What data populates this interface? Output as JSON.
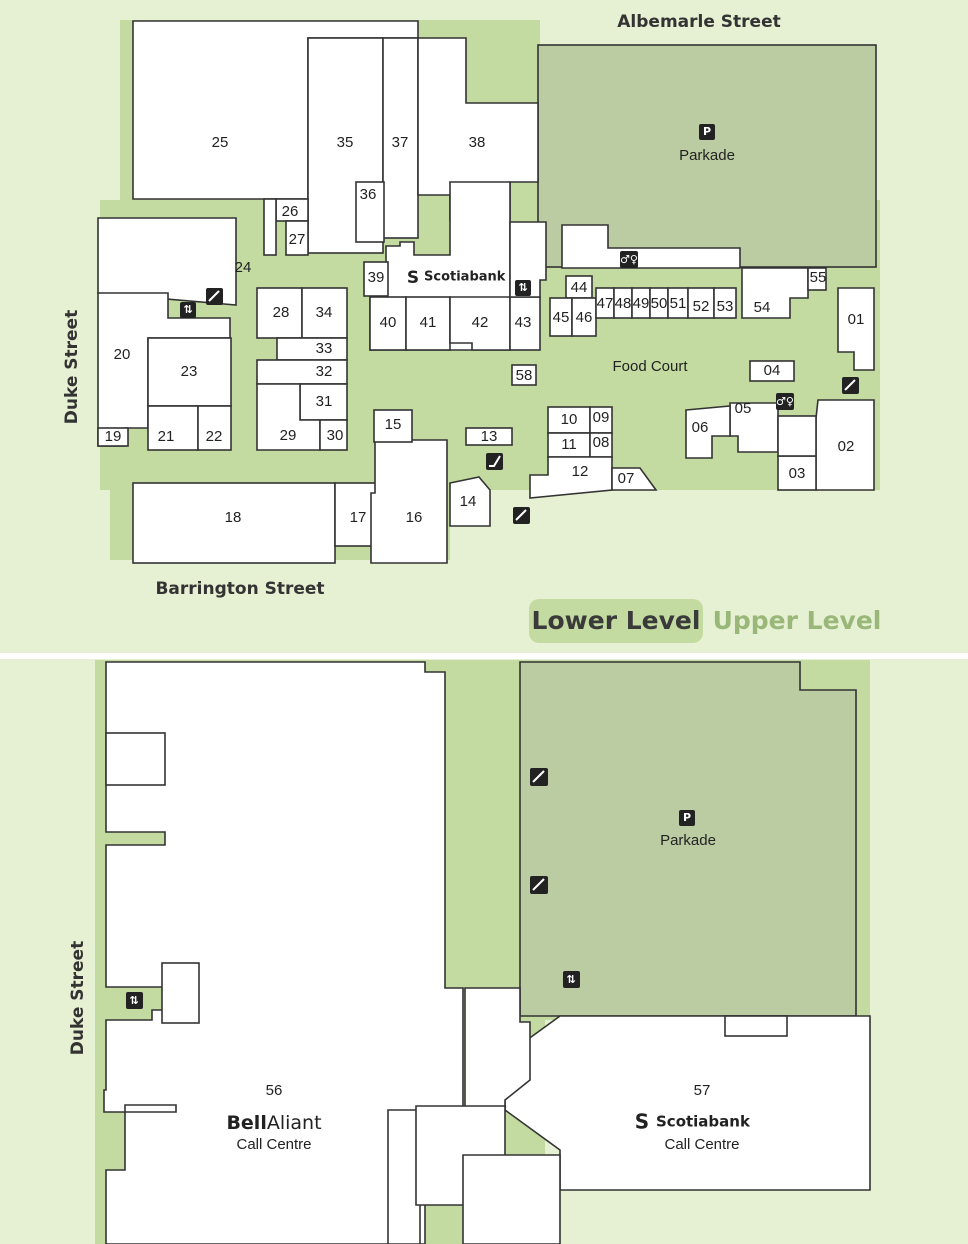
{
  "streets": {
    "albemarle": "Albemarle Street",
    "duke_lower": "Duke Street",
    "barrington": "Barrington Street",
    "duke_upper": "Duke Street"
  },
  "levels": {
    "lower": "Lower Level",
    "upper": "Upper Level",
    "active": "Lower Level"
  },
  "colors": {
    "background": "#e6f0d2",
    "corridor": "#c3dba0",
    "parkade": "#bccca2",
    "level_active_pill": "#c3dba0",
    "level_active_text": "#3a3a3a",
    "level_inactive_text": "#9ab77a"
  },
  "lower": {
    "parkade": "Parkade",
    "parkade_icon": "P",
    "food_court": "Food Court",
    "bank": "Scotiabank",
    "units": [
      "01",
      "02",
      "03",
      "04",
      "05",
      "06",
      "07",
      "08",
      "09",
      "10",
      "11",
      "12",
      "13",
      "14",
      "15",
      "16",
      "17",
      "18",
      "19",
      "20",
      "21",
      "22",
      "23",
      "24",
      "25",
      "26",
      "27",
      "28",
      "29",
      "30",
      "31",
      "32",
      "33",
      "34",
      "35",
      "36",
      "37",
      "38",
      "39",
      "40",
      "41",
      "42",
      "43",
      "44",
      "45",
      "46",
      "47",
      "48",
      "49",
      "50",
      "51",
      "52",
      "53",
      "54",
      "55",
      "58"
    ]
  },
  "upper": {
    "parkade": "Parkade",
    "parkade_icon": "P",
    "unit_56": "56",
    "unit_57": "57",
    "bell_brand_bold": "Bell",
    "bell_brand_light": "Aliant",
    "bell_sub": "Call Centre",
    "bank": "Scotiabank",
    "bank_sub": "Call Centre"
  },
  "icons": [
    "stairs-icon",
    "elevator-icon",
    "restroom-icon",
    "escalator-icon",
    "parking-icon",
    "scotiabank-logo-icon"
  ]
}
